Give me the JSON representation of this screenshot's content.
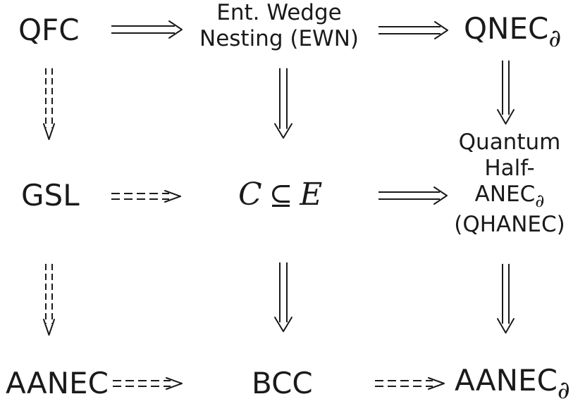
{
  "nodes": {
    "qfc": "QFC",
    "ewn_line1": "Ent. Wedge",
    "ewn_line2": "Nesting (EWN)",
    "qnec_base": "QNEC",
    "qnec_sub": "∂",
    "gsl": "GSL",
    "c_symbol": "C",
    "subseteq": "⊆",
    "e_symbol": "E",
    "qhanec_line1": "Quantum",
    "qhanec_line2": "Half-",
    "qhanec_line3_base": "ANEC",
    "qhanec_line3_sub": "∂",
    "qhanec_line4": "(QHANEC)",
    "aanec": "AANEC",
    "bcc": "BCC",
    "aanec_partial_base": "AANEC",
    "aanec_partial_sub": "∂"
  },
  "arrows": [
    {
      "from": "QFC",
      "to": "EWN",
      "style": "solid"
    },
    {
      "from": "EWN",
      "to": "QNEC∂",
      "style": "solid"
    },
    {
      "from": "QFC",
      "to": "GSL",
      "style": "dashed"
    },
    {
      "from": "EWN",
      "to": "C⊆E",
      "style": "solid"
    },
    {
      "from": "QNEC∂",
      "to": "QHANEC",
      "style": "solid"
    },
    {
      "from": "GSL",
      "to": "C⊆E",
      "style": "dashed"
    },
    {
      "from": "C⊆E",
      "to": "QHANEC",
      "style": "solid"
    },
    {
      "from": "GSL",
      "to": "AANEC",
      "style": "dashed"
    },
    {
      "from": "C⊆E",
      "to": "BCC",
      "style": "solid"
    },
    {
      "from": "QHANEC",
      "to": "AANEC∂",
      "style": "solid"
    },
    {
      "from": "AANEC",
      "to": "BCC",
      "style": "dashed"
    },
    {
      "from": "BCC",
      "to": "AANEC∂",
      "style": "dashed"
    }
  ]
}
